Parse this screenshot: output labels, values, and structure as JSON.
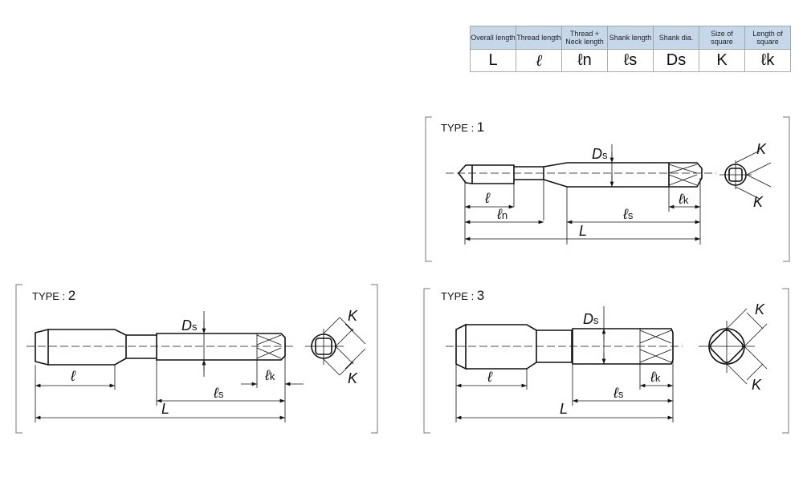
{
  "table": {
    "headers": [
      "Overall length",
      "Thread length",
      "Thread + Neck length",
      "Shank length",
      "Shank dia.",
      "Size of square",
      "Length of square"
    ],
    "symbols": [
      "L",
      "ℓ",
      "ℓn",
      "ℓs",
      "Ds",
      "K",
      "ℓk"
    ]
  },
  "types": [
    {
      "prefix": "TYPE : ",
      "number": "1"
    },
    {
      "prefix": "TYPE : ",
      "number": "2"
    },
    {
      "prefix": "TYPE : ",
      "number": "3"
    }
  ],
  "dims": {
    "L": "L",
    "l": "ℓ",
    "D": "D",
    "s": "s",
    "n": "n",
    "k": "k",
    "K": "K"
  }
}
